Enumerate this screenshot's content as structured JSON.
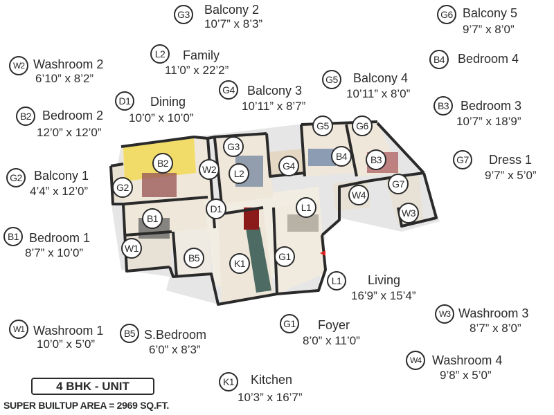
{
  "unit": {
    "title": "4 BHK - UNIT",
    "area": "SUPER BUILTUP AREA = 2969 SQ.FT."
  },
  "rooms": [
    {
      "code": "G3",
      "name": "Balcony 2",
      "dims": "10’7” x 8’3”"
    },
    {
      "code": "L2",
      "name": "Family",
      "dims": "11’0” x 22’2”"
    },
    {
      "code": "W2",
      "name": "Washroom 2",
      "dims": "6’10” x 8’2”"
    },
    {
      "code": "D1",
      "name": "Dining",
      "dims": "10’0” x 10’0”"
    },
    {
      "code": "G4",
      "name": "Balcony 3",
      "dims": "10’11” x 8’7”"
    },
    {
      "code": "B2",
      "name": "Bedroom 2",
      "dims": "12’0” x 12’0”"
    },
    {
      "code": "G5",
      "name": "Balcony 4",
      "dims": "10’11” x 8’0”"
    },
    {
      "code": "G6",
      "name": "Balcony 5",
      "dims": "9’7” x 8’0”"
    },
    {
      "code": "B4",
      "name": "Bedroom 4",
      "dims": ""
    },
    {
      "code": "B3",
      "name": "Bedroom 3",
      "dims": "10’7” x 18’9”"
    },
    {
      "code": "G7",
      "name": "Dress 1",
      "dims": "9’7” x 5’0”"
    },
    {
      "code": "G2",
      "name": "Balcony 1",
      "dims": "4’4” x 12’0”"
    },
    {
      "code": "B1",
      "name": "Bedroom 1",
      "dims": "8’7” x 10’0”"
    },
    {
      "code": "L1",
      "name": "Living",
      "dims": "16’9” x 15’4”"
    },
    {
      "code": "W3",
      "name": "Washroom 3",
      "dims": "8’7” x 8’0”"
    },
    {
      "code": "G1",
      "name": "Foyer",
      "dims": "8’0” x 11’0”"
    },
    {
      "code": "W1",
      "name": "Washroom 1",
      "dims": "10’0” x 5’0”"
    },
    {
      "code": "B5",
      "name": "S.Bedroom",
      "dims": "6’0” x 8’3”"
    },
    {
      "code": "W4",
      "name": "Washroom 4",
      "dims": "9’8” x 5’0”"
    },
    {
      "code": "K1",
      "name": "Kitchen",
      "dims": "10’3” x 16’7”"
    }
  ],
  "plan_markers": [
    "B2",
    "W2",
    "G3",
    "L2",
    "G4",
    "G5",
    "G6",
    "B4",
    "B3",
    "G7",
    "W4",
    "W3",
    "G2",
    "B1",
    "D1",
    "L1",
    "W1",
    "B5",
    "K1",
    "G1"
  ],
  "colors": {
    "text": "#2b2b2b",
    "wall": "#2a2a2a",
    "floor": "#efe8da",
    "accent_wall": "#f1dc6a",
    "entry_marker": "#e02020"
  }
}
